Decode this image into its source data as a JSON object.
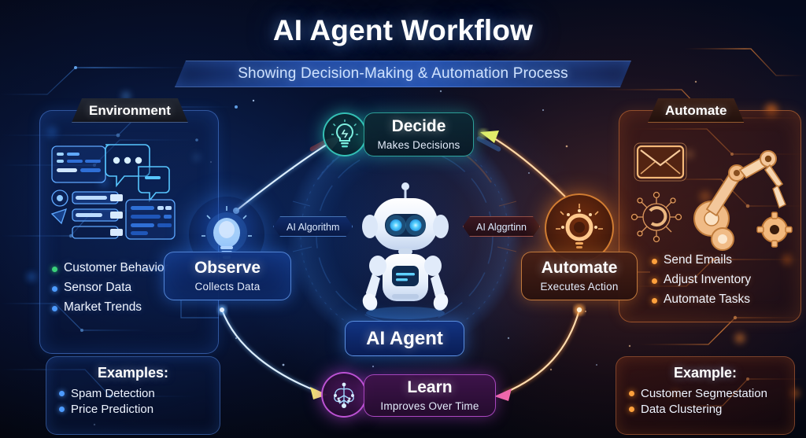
{
  "header": {
    "title": "AI Agent Workflow",
    "subtitle": "Showing Decision-Making & Automation Process"
  },
  "panels": {
    "environment": {
      "tag": "Environment",
      "bullets": [
        {
          "label": "Customer Behavior",
          "color": "#3ad17a"
        },
        {
          "label": "Sensor Data",
          "color": "#4d9bff"
        },
        {
          "label": "Market Trends",
          "color": "#4d9bff"
        }
      ],
      "example": {
        "title": "Examples:",
        "items": [
          "Spam Detection",
          "Price Prediction"
        ]
      }
    },
    "automate": {
      "tag": "Automate",
      "bullets": [
        {
          "label": "Send Emails",
          "color": "#ffa13d"
        },
        {
          "label": "Adjust Inventory",
          "color": "#ffa13d"
        },
        {
          "label": "Automate Tasks",
          "color": "#ffa13d"
        }
      ],
      "example": {
        "title": "Example:",
        "items": [
          "Customer Segmestation",
          "Data Clustering"
        ]
      }
    }
  },
  "nodes": {
    "observe": {
      "title": "Observe",
      "subtitle": "Collects Data",
      "accent": "#69a5ff"
    },
    "decide": {
      "title": "Decide",
      "subtitle": "Makes Decisions",
      "accent": "#3cd7c8"
    },
    "automate": {
      "title": "Automate",
      "subtitle": "Executes Action",
      "accent": "#f09b4b"
    },
    "learn": {
      "title": "Learn",
      "subtitle": "Improves Over Time",
      "accent": "#d25aeb"
    },
    "agent": {
      "title": "AI Agent",
      "accent": "#6eaaff"
    }
  },
  "labels": {
    "algorithm_left": "AI Algorithm",
    "algorithm_right": "AI Alggrtinn"
  },
  "icons": {
    "decide": "lightbulb-icon",
    "automate": "automation-bulb-icon",
    "learn": "brain-network-icon",
    "observe": "lightbulb-glow-icon",
    "agent": "robot-icon",
    "envelope": "envelope-icon",
    "robot_arm": "robot-arm-icon",
    "gear": "gear-icon",
    "chat": "chat-bubbles-icon",
    "dashboard": "dashboard-panel-icon"
  },
  "theme": {
    "background": "#05060f",
    "blue_accent": "#4d9bff",
    "orange_accent": "#f09b4b",
    "teal_accent": "#3cd7c8",
    "purple_accent": "#d25aeb"
  }
}
